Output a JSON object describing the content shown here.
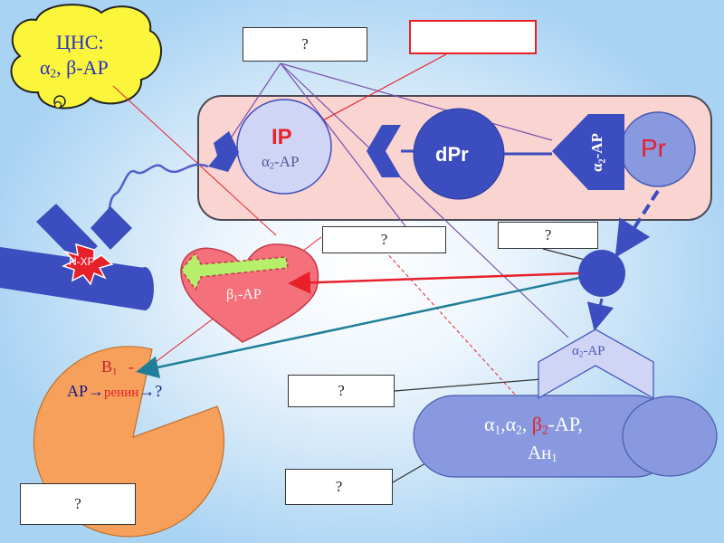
{
  "cns": {
    "title": "ЦНС:",
    "alpha": "α",
    "sub2": "2",
    "sep": ", ",
    "beta": "β-АР"
  },
  "cell": {
    "ip": "IP",
    "ip_receptor_alpha": "α",
    "ip_receptor_sub": "2",
    "ip_receptor_rest": "-АР",
    "dpr": "dPr",
    "pr": "Pr",
    "vertical_receptor": "α₂-АР"
  },
  "nxp": "N-ХР",
  "heart": {
    "beta": "β",
    "sub": "1",
    "rest": "-АР"
  },
  "kidney": {
    "b": "B",
    "b_sub": "1",
    "dash": "-",
    "ar": "АР→",
    "renin": "ренин",
    "end": "→?"
  },
  "vessel": {
    "receptor": {
      "alpha": "α",
      "sub": "2",
      "rest": "-АР"
    },
    "line1_a": "α",
    "line1_s1": "1",
    "line1_b": ",α",
    "line1_s2": "2",
    "line1_c": ", ",
    "line1_beta": "β",
    "line1_s3": "2",
    "line1_d": "-АР,",
    "line2": "Ан",
    "line2_sub": "1"
  },
  "boxes": {
    "top": "?",
    "top_red": "",
    "middle": "?",
    "right": "?",
    "lower": "?",
    "bottom_right": "?",
    "bottom_left": "?"
  },
  "colors": {
    "cell": "#fad4d0",
    "dark_blue": "#3c4dbf",
    "light_blue": "#8899e0",
    "heart": "#f4707a",
    "kidney": "#f6a05c",
    "cloud": "#fbf63c"
  }
}
